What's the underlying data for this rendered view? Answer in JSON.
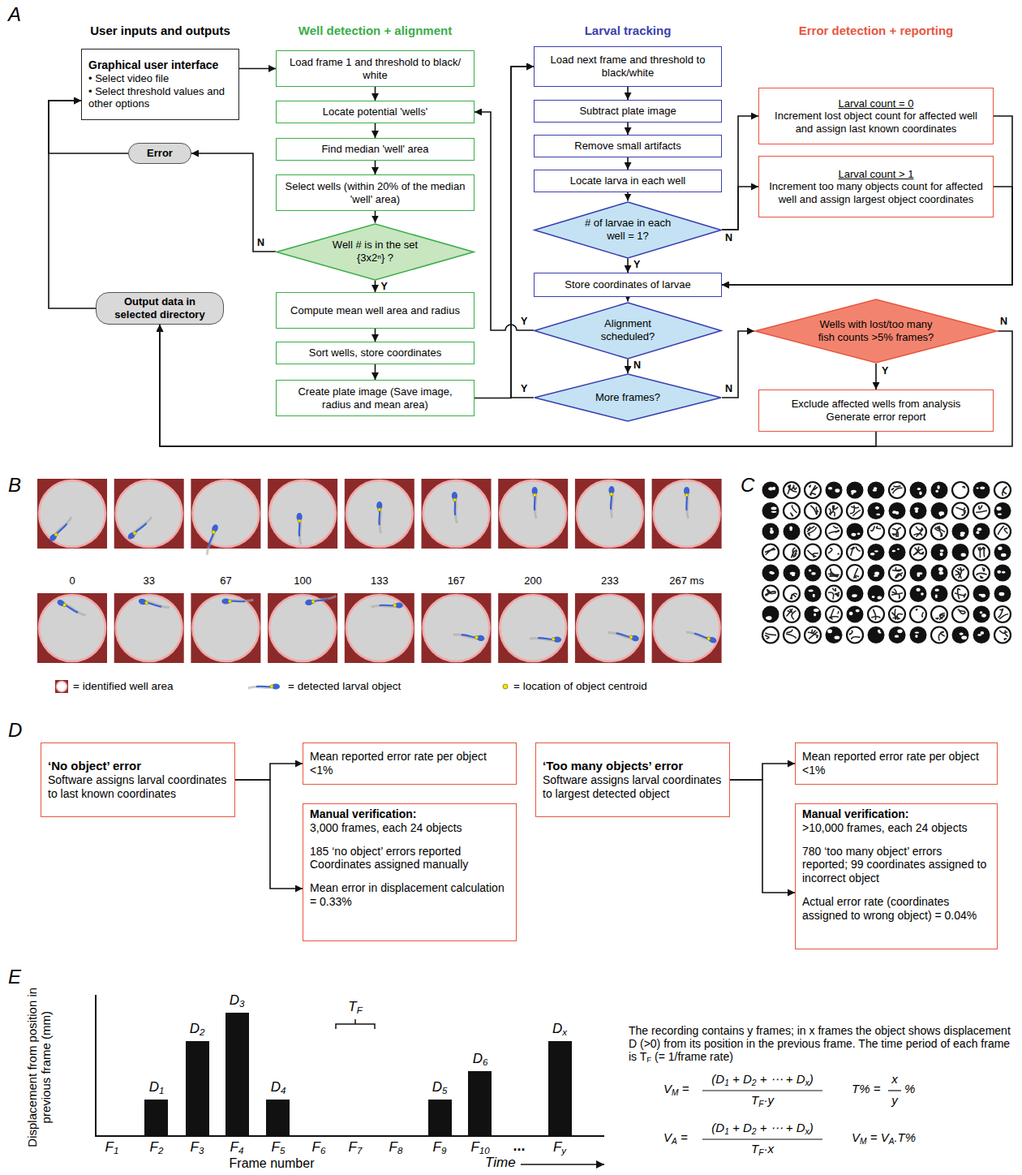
{
  "diagram": {
    "nodes": [
      {
        "text": [
          "Graphical user interface",
          "• Select video file",
          "• Select threshold values and other options"
        ]
      },
      {
        "text": [
          "Error"
        ]
      },
      {
        "text": [
          "Output data in selected directory"
        ]
      },
      {
        "text": [
          "Load frame 1 and threshold to black/ white"
        ]
      },
      {
        "text": [
          "Locate potential 'wells'"
        ]
      },
      {
        "text": [
          "Find median 'well' area"
        ]
      },
      {
        "text": [
          "Select wells (within 20% of the median 'well' area)"
        ]
      },
      {
        "text": [
          "Well # is in the set {3x2ⁿ} ?"
        ]
      },
      {
        "text": [
          "Compute mean well area and radius"
        ]
      },
      {
        "text": [
          "Sort wells, store coordinates"
        ]
      },
      {
        "text": [
          "Create plate image (Save image, radius and mean area)"
        ]
      },
      {
        "text": [
          "Load next frame and threshold to black/white"
        ]
      },
      {
        "text": [
          "Subtract plate image"
        ]
      },
      {
        "text": [
          "Remove small artifacts"
        ]
      },
      {
        "text": [
          "Locate larva in each well"
        ]
      },
      {
        "text": [
          "# of larvae in each well = 1?"
        ]
      },
      {
        "text": [
          "Store coordinates of larvae"
        ]
      },
      {
        "text": [
          "Alignment scheduled?"
        ]
      },
      {
        "text": [
          "More frames?"
        ]
      },
      {
        "text": [
          "Larval count = 0",
          "Increment lost object count for affected well and assign last known coordinates"
        ]
      },
      {
        "text": [
          "Larval count > 1",
          "Increment too many objects count for affected well and assign largest object coordinates"
        ]
      },
      {
        "text": [
          "Wells with lost/too many fish counts >5% frames?"
        ]
      },
      {
        "text": [
          "Exclude affected wells from analysis",
          "Generate error report"
        ]
      },
      {
        "text": [
          "‘No object’ error",
          "Software assigns larval coordinates to last known coordinates"
        ]
      },
      {
        "text": [
          "Mean reported error rate per object <1%"
        ]
      },
      {
        "text": [
          "Manual verification:",
          "3,000 frames, each 24 objects",
          "185 ‘no object’ errors reported Coordinates assigned manually",
          "Mean error in displacement calculation = 0.33%"
        ]
      },
      {
        "text": [
          "‘Too many objects’ error",
          "Software assigns larval coordinates to largest detected object"
        ]
      },
      {
        "text": [
          "Mean reported error rate per object <1%"
        ]
      },
      {
        "text": [
          "Manual verification:",
          ">10,000 frames, each 24 objects",
          "780 ‘too many object’ errors reported; 99 coordinates assigned to incorrect object",
          "Actual error rate (coordinates assigned to wrong object) = 0.04%"
        ]
      }
    ],
    "edges": [
      {
        "from": 0,
        "to": 3,
        "arrow": "to"
      },
      {
        "from": 3,
        "to": 4,
        "arrow": "to"
      },
      {
        "from": 4,
        "to": 5,
        "arrow": "to"
      },
      {
        "from": 5,
        "to": 6,
        "arrow": "to"
      },
      {
        "from": 6,
        "to": 7,
        "arrow": "to"
      },
      {
        "from": 7,
        "to": 1,
        "label": "N",
        "arrow": "to"
      },
      {
        "from": 1,
        "to": 0,
        "arrow": "to"
      },
      {
        "from": 2,
        "to": 0,
        "arrow": "to"
      },
      {
        "from": 7,
        "to": 8,
        "label": "Y",
        "arrow": "to"
      },
      {
        "from": 8,
        "to": 9,
        "arrow": "to"
      },
      {
        "from": 9,
        "to": 10,
        "arrow": "to"
      },
      {
        "from": 10,
        "to": 11,
        "arrow": "to"
      },
      {
        "from": 11,
        "to": 12,
        "arrow": "to"
      },
      {
        "from": 12,
        "to": 13,
        "arrow": "to"
      },
      {
        "from": 13,
        "to": 14,
        "arrow": "to"
      },
      {
        "from": 14,
        "to": 15,
        "arrow": "to"
      },
      {
        "from": 15,
        "to": 16,
        "label": "Y",
        "arrow": "to"
      },
      {
        "from": 15,
        "to": 19,
        "label": "N",
        "arrow": "to"
      },
      {
        "from": 15,
        "to": 20,
        "arrow": "to"
      },
      {
        "from": 19,
        "to": 16,
        "arrow": "to"
      },
      {
        "from": 20,
        "to": 16,
        "arrow": "to"
      },
      {
        "from": 16,
        "to": 17,
        "arrow": "to"
      },
      {
        "from": 17,
        "to": 4,
        "label": "Y",
        "arrow": "to"
      },
      {
        "from": 17,
        "to": 18,
        "label": "N",
        "arrow": "to"
      },
      {
        "from": 18,
        "to": 11,
        "label": "Y",
        "arrow": "to"
      },
      {
        "from": 18,
        "to": 21,
        "label": "N",
        "arrow": "to"
      },
      {
        "from": 21,
        "to": 22,
        "label": "Y",
        "arrow": "to"
      },
      {
        "from": 21,
        "to": 2,
        "label": "N",
        "arrow": "to"
      },
      {
        "from": 22,
        "to": 2,
        "arrow": "to"
      },
      {
        "from": 23,
        "to": 24,
        "arrow": "to"
      },
      {
        "from": 23,
        "to": 25,
        "arrow": "to"
      },
      {
        "from": 26,
        "to": 27,
        "arrow": "to"
      },
      {
        "from": 26,
        "to": 28,
        "arrow": "to"
      }
    ],
    "labels": [
      "A",
      "User inputs and outputs",
      "Well detection + alignment",
      "Larval tracking",
      "Error detection + reporting",
      "B",
      "0",
      "33",
      "67",
      "100",
      "133",
      "167",
      "200",
      "233",
      "267 ms",
      "C",
      "D",
      "E",
      "Displacement from position in previous frame (mm)",
      "D1",
      "D2",
      "D3",
      "D4",
      "D5",
      "D6",
      "Dx",
      "TF",
      "F1",
      "F2",
      "F3",
      "F4",
      "F5",
      "F6",
      "F7",
      "F8",
      "F9",
      "F10",
      "...",
      "Fy",
      "Frame number",
      "Time",
      "The recording contains y frames; in x frames the object shows displacement D (>0) from its position in the previous frame. The time period of each frame is TF (= 1/frame rate)",
      "VM =",
      "(D1 + D2 + ⋯ + Dx)",
      "TF·y",
      "T% =",
      "x",
      "y",
      "%",
      "VA =",
      "(D1 + D2 + ⋯ + Dx)",
      "TF·x",
      "VM = VA.T%"
    ],
    "legend": [
      {
        "text": "= identified well area"
      },
      {
        "text": "= detected larval object"
      },
      {
        "text": "= location of object centroid"
      }
    ]
  }
}
